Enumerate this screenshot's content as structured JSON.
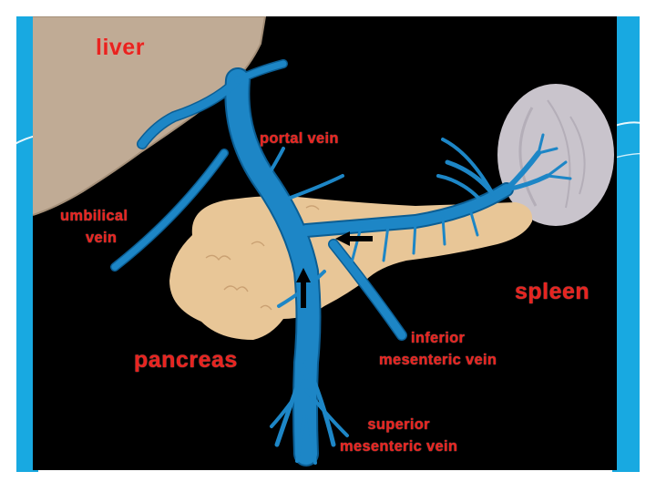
{
  "slide": {
    "colors": {
      "slide_background": "#ffffff",
      "accent_cyan": "#18a9e1",
      "figure_background": "#000000"
    }
  },
  "diagram": {
    "colors": {
      "liver": "#c0ab95",
      "pancreas": "#e8c697",
      "spleen": "#c9c4cc",
      "vein": "#1d86c6",
      "vein_edge": "#0b5e94",
      "label_text": "#e8231f",
      "flow_arrow": "#000000"
    },
    "labels": {
      "liver": "liver",
      "portal_vein": "portal vein",
      "umbilical_vein_1": "umbilical",
      "umbilical_vein_2": "vein",
      "spleen": "spleen",
      "pancreas": "pancreas",
      "inferior_mesenteric_1": "inferior",
      "inferior_mesenteric_2": "mesenteric vein",
      "superior_mesenteric_1": "superior",
      "superior_mesenteric_2": "mesenteric vein"
    },
    "icons": {
      "flow_arrow_up": "arrow-up-icon",
      "flow_arrow_left": "arrow-left-icon"
    }
  }
}
